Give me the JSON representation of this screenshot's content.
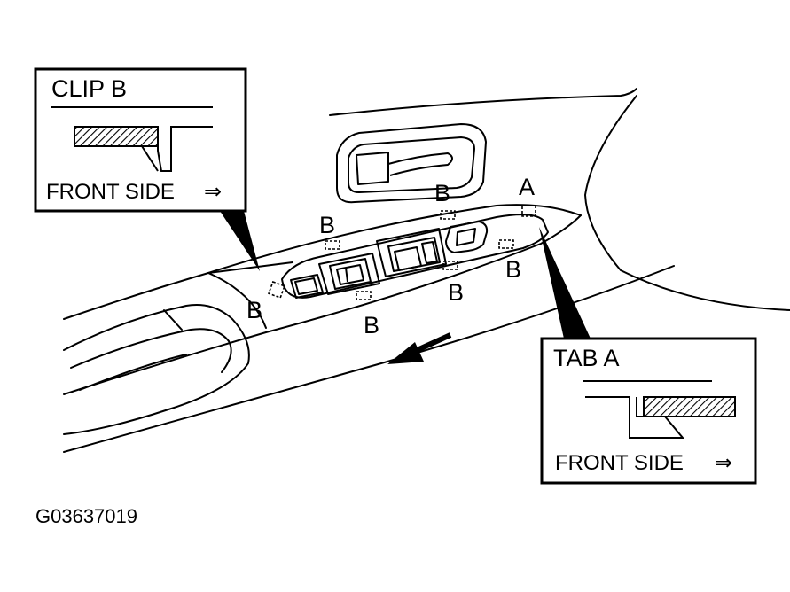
{
  "figure_id": "G03637019",
  "inset_clip": {
    "title": "CLIP B",
    "front_label": "FRONT SIDE",
    "arrow_glyph": "⇒"
  },
  "inset_tab": {
    "title": "TAB A",
    "front_label": "FRONT SIDE",
    "arrow_glyph": "⇒"
  },
  "callouts": {
    "clip_label": "B",
    "tab_label": "A"
  },
  "colors": {
    "ink": "#000000",
    "paper": "#ffffff"
  }
}
